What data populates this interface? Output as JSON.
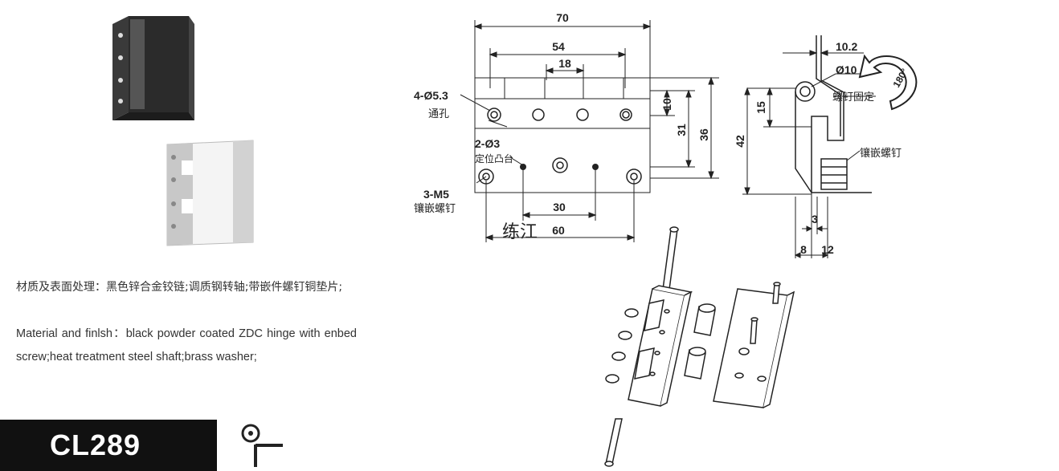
{
  "description": {
    "cn": "材质及表面处理：黑色锌合金铰链;调质钢转轴;带嵌件螺钉铜垫片;",
    "en": "Material and finlsh：black powder coated ZDC hinge with enbed screw;heat treatment steel shaft;brass washer;"
  },
  "model": "CL289",
  "watermark": "练江",
  "front_view": {
    "dim_overall_width": "70",
    "dim_leaf_width": "54",
    "dim_knuckle": "18",
    "dim_hole_pitch_30": "30",
    "dim_hole_pitch_60": "60",
    "dim_10": "10",
    "dim_31": "31",
    "dim_36": "36",
    "label_holes": "4-Ø5.3",
    "label_through_hole": "通孔",
    "label_pins": "2-Ø3",
    "label_locating_boss": "定位凸台",
    "label_screws": "3-M5",
    "label_insert_screw": "镶嵌螺钉"
  },
  "side_view": {
    "dim_10_2": "10.2",
    "dim_pin_dia": "Ø10",
    "dim_15": "15",
    "dim_42": "42",
    "dim_3": "3",
    "dim_8": "8",
    "dim_12": "12",
    "label_fixing_screw": "螺钉固定",
    "label_insert_screw": "镶嵌螺钉",
    "rotation_angle": "180°"
  },
  "colors": {
    "black_finish": "#2a2a2a",
    "silver_finish": "#c8c8c8",
    "line": "#222222"
  }
}
